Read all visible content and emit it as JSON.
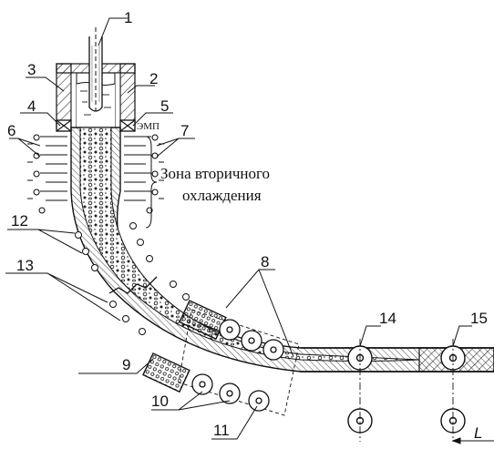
{
  "labels": {
    "n1": "1",
    "n2": "2",
    "n3": "3",
    "n4": "4",
    "n5": "5",
    "n6": "6",
    "n7": "7",
    "n8": "8",
    "n9": "9",
    "n10": "10",
    "n11": "11",
    "n12": "12",
    "n13": "13",
    "n14": "14",
    "n15": "15",
    "emp": "ЭМП",
    "zone_line1": "Зона вторичного",
    "zone_line2": "охлаждения",
    "length": "L"
  }
}
